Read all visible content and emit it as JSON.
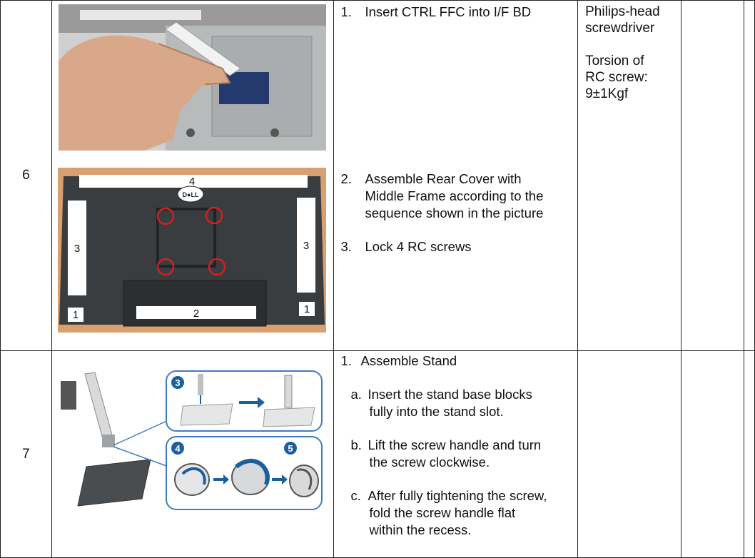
{
  "rows": [
    {
      "step": "6",
      "image_top": {
        "name": "ctrl-ffc-insert-photo"
      },
      "image_bottom": {
        "name": "rear-cover-sequence-photo",
        "labels": [
          "4",
          "3",
          "3",
          "1",
          "1",
          "2"
        ],
        "brand": "D●LL"
      },
      "instructions": [
        {
          "num": "1.",
          "text": "Insert CTRL FFC into I/F BD"
        },
        {
          "num": "2.",
          "lines": [
            "Assemble Rear Cover with",
            "Middle Frame according to the",
            "sequence shown in the picture"
          ]
        },
        {
          "num": "3.",
          "text": "Lock 4 RC screws"
        }
      ],
      "tools": {
        "line1": "Philips-head",
        "line2": "screwdriver",
        "line3": "Torsion of",
        "line4": "RC screw:",
        "line5": "9±1Kgf"
      }
    },
    {
      "step": "7",
      "image": {
        "name": "stand-assembly-diagram",
        "callouts": [
          "3",
          "4",
          "5"
        ]
      },
      "heading": {
        "num": "1.",
        "text": "Assemble Stand"
      },
      "subitems": [
        {
          "letter": "a.",
          "lines": [
            "Insert the stand base blocks",
            "fully into the stand slot."
          ]
        },
        {
          "letter": "b.",
          "lines": [
            "Lift the screw handle and turn",
            "the screw clockwise."
          ]
        },
        {
          "letter": "c.",
          "lines": [
            "After fully tightening the screw,",
            "fold the screw handle flat",
            "within the recess."
          ]
        }
      ]
    }
  ],
  "colors": {
    "border": "#222222",
    "callout_blue": "#1a5fa0",
    "screw_circle": "#d32020",
    "photo_bg": "#d6d6d6",
    "rear_table": "#d8a070"
  }
}
